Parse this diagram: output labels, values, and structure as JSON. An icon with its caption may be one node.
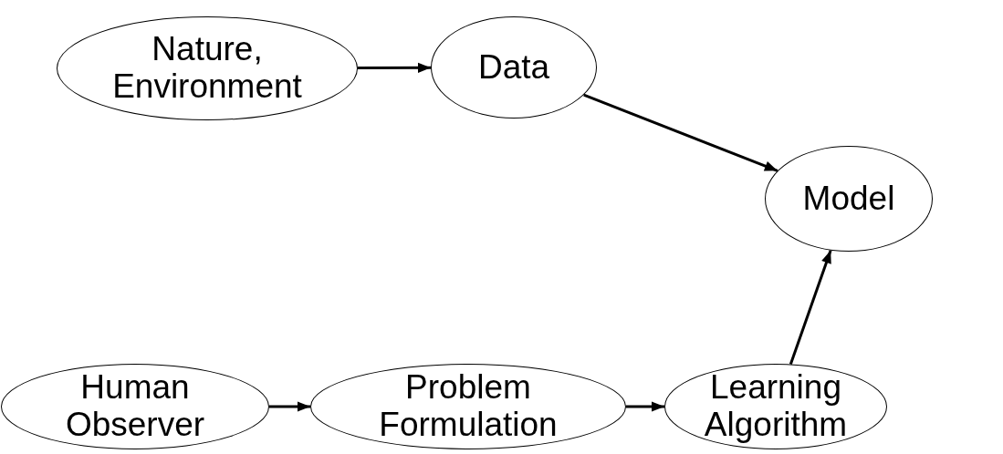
{
  "diagram": {
    "nodes": [
      {
        "text": [
          "Nature, Environment"
        ]
      },
      {
        "text": [
          "Data"
        ]
      },
      {
        "text": [
          "Model"
        ]
      },
      {
        "text": [
          "Human Observer"
        ]
      },
      {
        "text": [
          "Problem Formulation"
        ]
      },
      {
        "text": [
          "Learning Algorithm"
        ]
      }
    ],
    "edges": [
      {
        "from": 0,
        "to": 1,
        "arrow": "to"
      },
      {
        "from": 1,
        "to": 2,
        "arrow": "to"
      },
      {
        "from": 3,
        "to": 4,
        "arrow": "to"
      },
      {
        "from": 4,
        "to": 5,
        "arrow": "to"
      },
      {
        "from": 5,
        "to": 2,
        "arrow": "to"
      }
    ]
  }
}
